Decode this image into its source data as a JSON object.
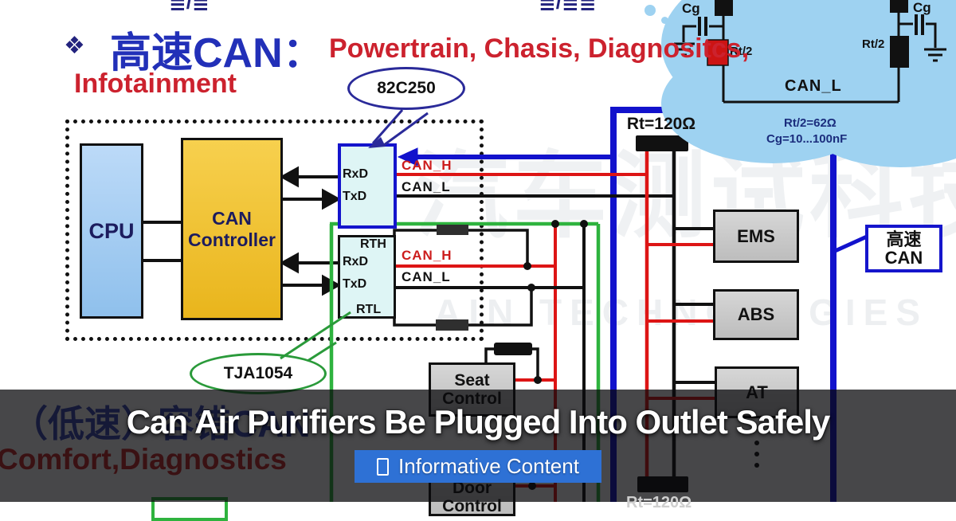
{
  "header": {
    "bullet": "❖",
    "title_zh": "高速CAN：",
    "infotainment": "Infotainment",
    "powertrain": "Powertrain, Chasis, Diagnositcs,"
  },
  "fragments": {
    "left": "≣/≣",
    "mid": "≣/≣≣"
  },
  "watermark": {
    "zh": "汽车测试科技",
    "en": "AIN TECHNOLOGIES"
  },
  "callouts": {
    "high_speed_transceiver": "82C250",
    "low_speed_transceiver": "TJA1054"
  },
  "node": {
    "cpu": "CPU",
    "controller_line1": "CAN",
    "controller_line2": "Controller"
  },
  "t1": {
    "rxd": "RxD",
    "txd": "TxD"
  },
  "t2": {
    "rxd": "RxD",
    "txd": "TxD",
    "rth": "RTH",
    "rtl": "RTL"
  },
  "bus": {
    "can_h": "CAN_H",
    "can_l": "CAN_L"
  },
  "termination": {
    "rt_top": "Rt=120Ω",
    "rt_bottom": "Rt=120Ω"
  },
  "cloud": {
    "cg": "Cg",
    "rt2": "Rt/2",
    "can_l": "CAN_L",
    "rt2_value": "Rt/2=62Ω",
    "cg_value": "Cg=10...100nF"
  },
  "ecus": {
    "ems": "EMS",
    "abs": "ABS",
    "at": "AT",
    "seat_line1": "Seat",
    "seat_line2": "Control",
    "door_line1": "Door",
    "door_line2": "Control"
  },
  "right_box": {
    "line1": "高速",
    "line2": "CAN"
  },
  "bottom": {
    "low_speed_zh": "（低速）容错CAN",
    "comfort": "Comfort,Diagnostics"
  },
  "overlay": {
    "title": "Can Air Purifiers Be Plugged Into Outlet Safely",
    "badge": "Informative Content"
  },
  "colors": {
    "high_speed_bus_blue": "#1212cc",
    "can_h_red": "#dd1515",
    "low_speed_green": "#2eb33e",
    "cloud_blue": "#9ed2f1",
    "badge_blue": "#2e71d5",
    "controller_yellow": "#eebb22",
    "cpu_blue": "#a5cdf2",
    "overlay_dark": "rgba(10,10,12,0.75)"
  }
}
